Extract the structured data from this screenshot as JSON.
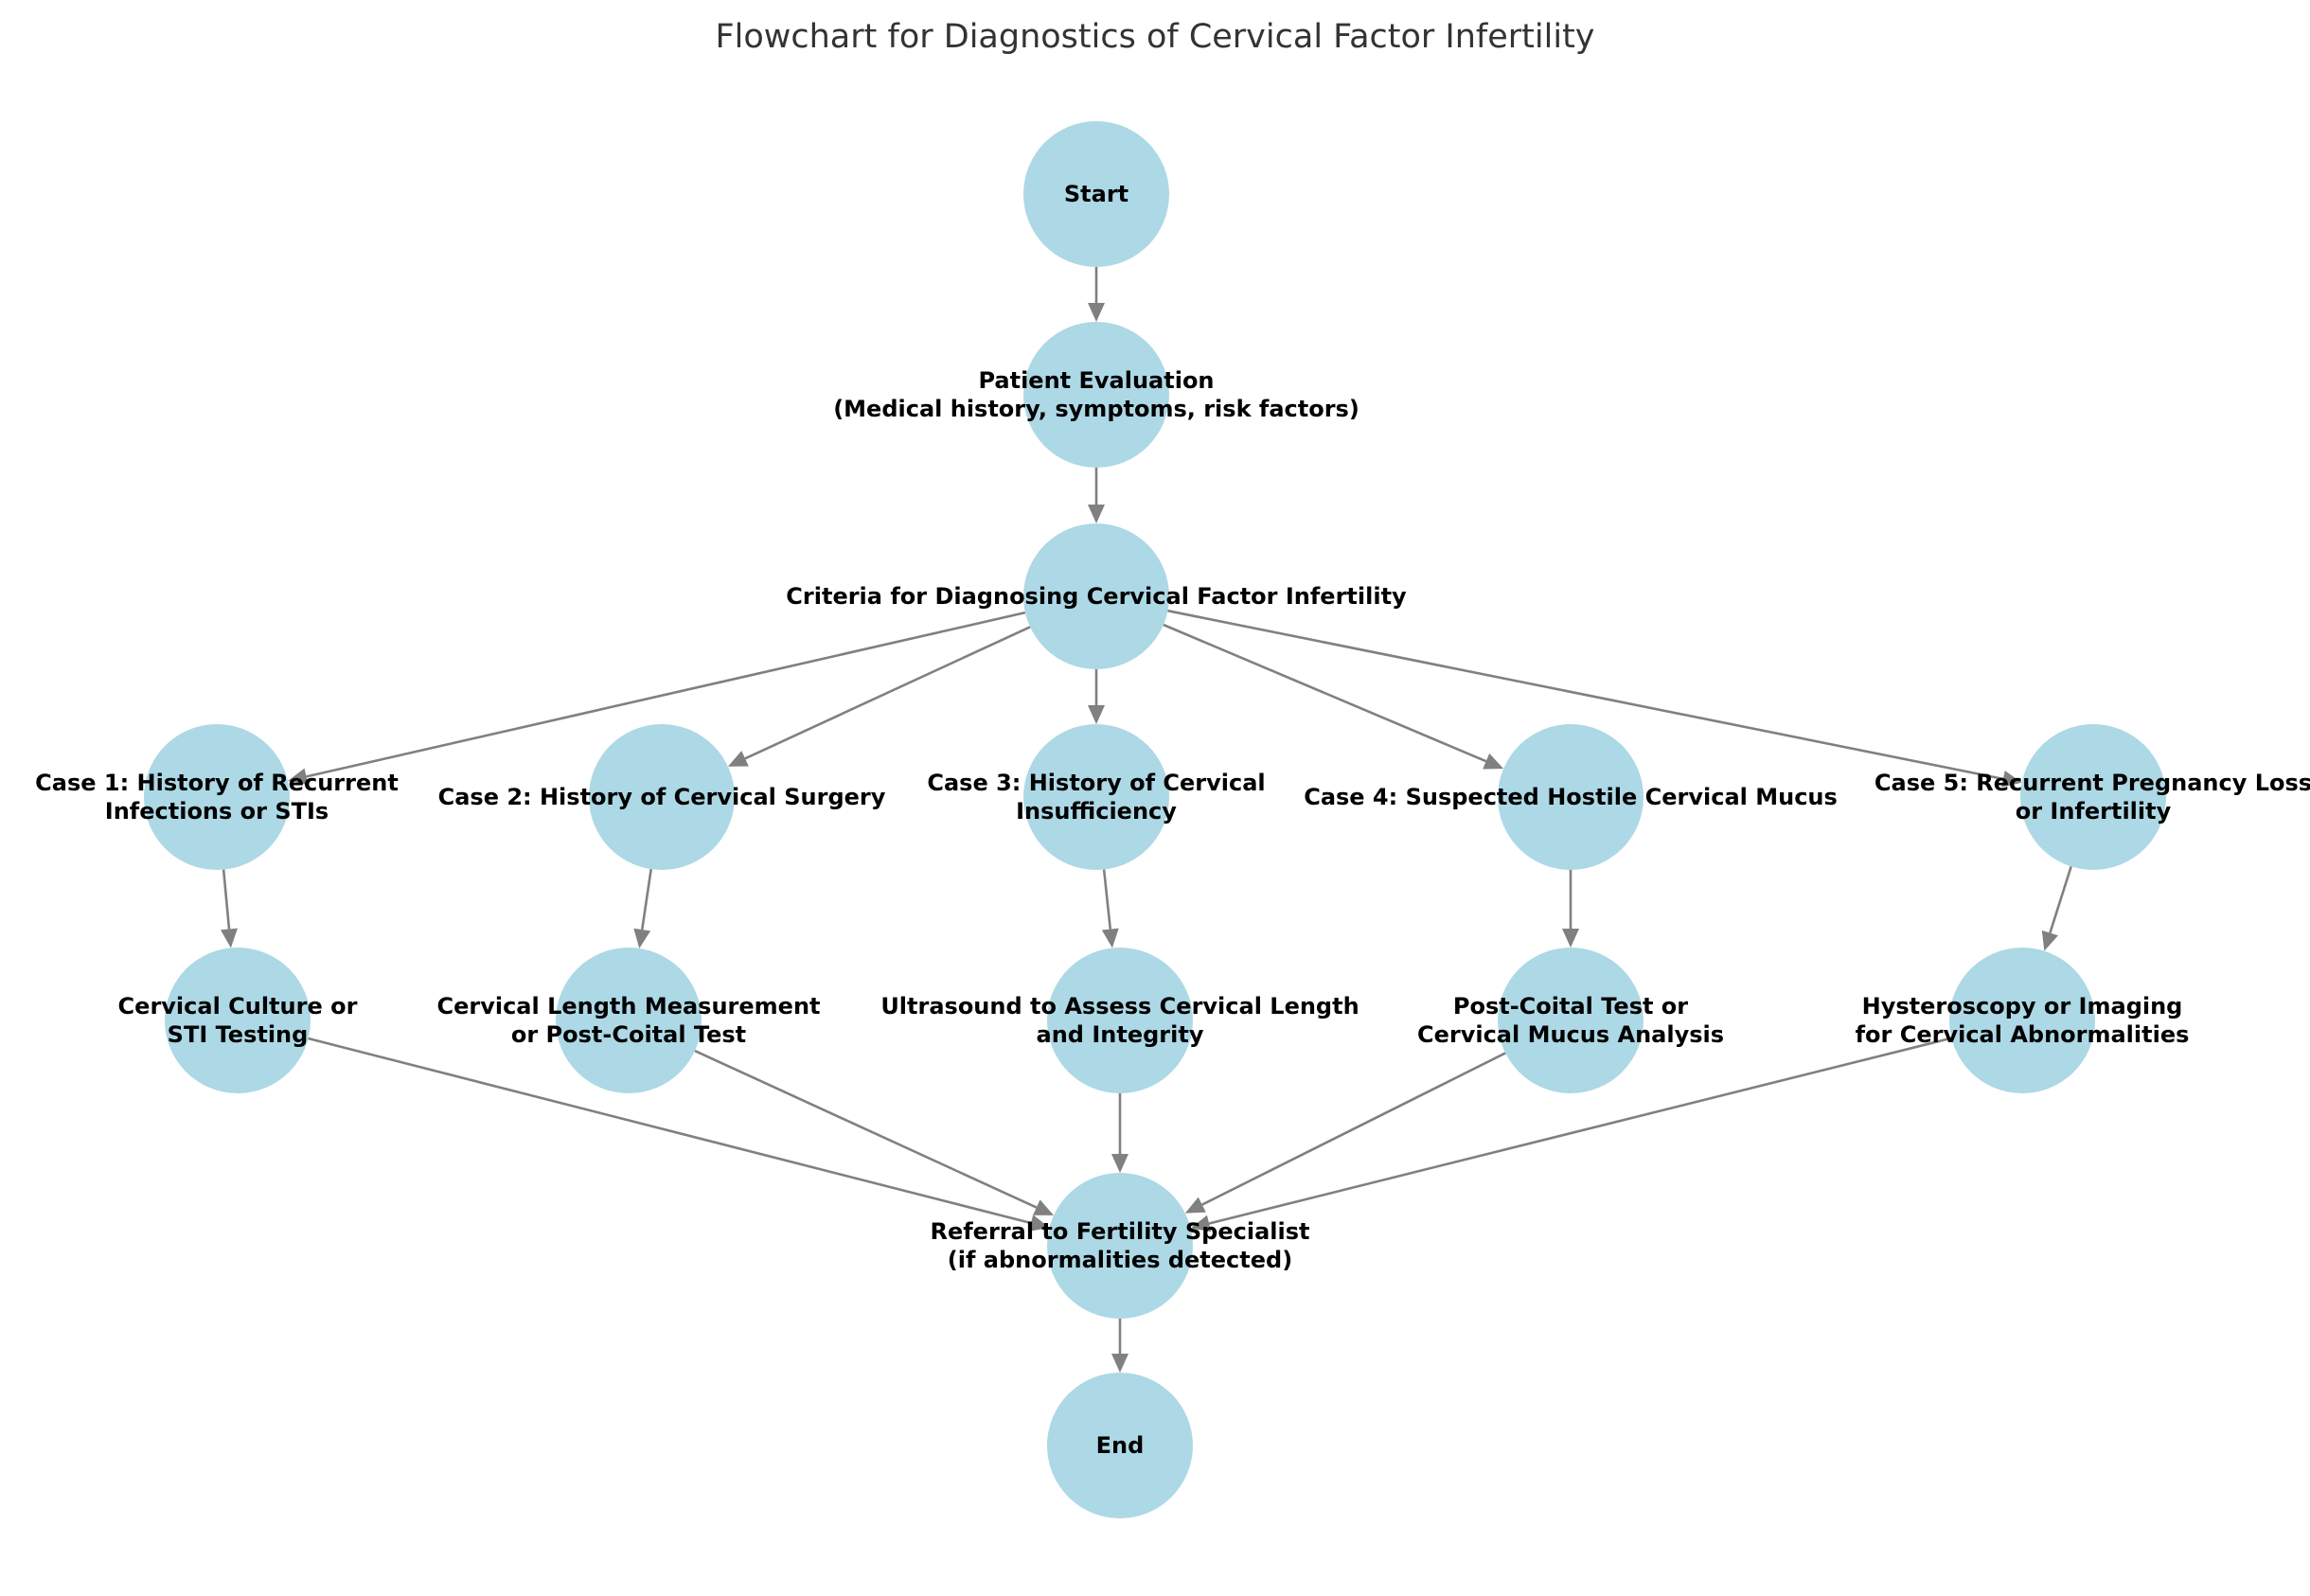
{
  "title": "Flowchart for Diagnostics of Cervical Factor Infertility",
  "colors": {
    "node_fill": "#add8e6",
    "edge": "#808080",
    "label": "#000000",
    "title": "#333333"
  },
  "nodes": [
    {
      "id": "start",
      "lines": [
        "Start"
      ]
    },
    {
      "id": "evaluation",
      "lines": [
        "Patient Evaluation",
        "(Medical history, symptoms, risk factors)"
      ]
    },
    {
      "id": "criteria",
      "lines": [
        "Criteria for Diagnosing Cervical Factor Infertility"
      ]
    },
    {
      "id": "case1",
      "lines": [
        "Case 1: History of Recurrent",
        "Infections or STIs"
      ]
    },
    {
      "id": "case2",
      "lines": [
        "Case 2: History of Cervical Surgery"
      ]
    },
    {
      "id": "case3",
      "lines": [
        "Case 3: History of Cervical",
        "Insufficiency"
      ]
    },
    {
      "id": "case4",
      "lines": [
        "Case 4: Suspected Hostile Cervical Mucus"
      ]
    },
    {
      "id": "case5",
      "lines": [
        "Case 5: Recurrent Pregnancy Loss",
        "or Infertility"
      ]
    },
    {
      "id": "test1",
      "lines": [
        "Cervical Culture or",
        "STI Testing"
      ]
    },
    {
      "id": "test2",
      "lines": [
        "Cervical Length Measurement",
        "or Post-Coital Test"
      ]
    },
    {
      "id": "test3",
      "lines": [
        "Ultrasound to Assess Cervical Length",
        "and Integrity"
      ]
    },
    {
      "id": "test4",
      "lines": [
        "Post-Coital Test or",
        "Cervical Mucus Analysis"
      ]
    },
    {
      "id": "test5",
      "lines": [
        "Hysteroscopy or Imaging",
        "for Cervical Abnormalities"
      ]
    },
    {
      "id": "referral",
      "lines": [
        "Referral to Fertility Specialist",
        "(if abnormalities detected)"
      ]
    },
    {
      "id": "end",
      "lines": [
        "End"
      ]
    }
  ],
  "edges": [
    [
      "start",
      "evaluation"
    ],
    [
      "evaluation",
      "criteria"
    ],
    [
      "criteria",
      "case1"
    ],
    [
      "criteria",
      "case2"
    ],
    [
      "criteria",
      "case3"
    ],
    [
      "criteria",
      "case4"
    ],
    [
      "criteria",
      "case5"
    ],
    [
      "case1",
      "test1"
    ],
    [
      "case2",
      "test2"
    ],
    [
      "case3",
      "test3"
    ],
    [
      "case4",
      "test4"
    ],
    [
      "case5",
      "test5"
    ],
    [
      "test1",
      "referral"
    ],
    [
      "test2",
      "referral"
    ],
    [
      "test3",
      "referral"
    ],
    [
      "test4",
      "referral"
    ],
    [
      "test5",
      "referral"
    ],
    [
      "referral",
      "end"
    ]
  ]
}
